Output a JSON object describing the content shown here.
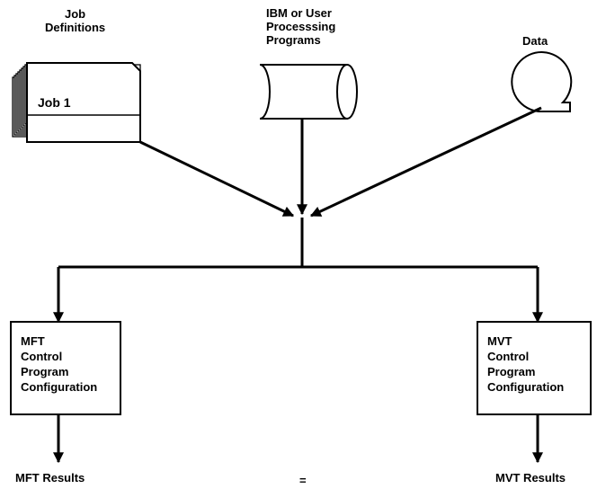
{
  "inputs": {
    "job_definitions": {
      "label": "Job\nDefinitions",
      "card_text": "Job 1"
    },
    "programs": {
      "label": "IBM or User\nProcesssing\nPrograms"
    },
    "data": {
      "label": "Data"
    }
  },
  "configs": {
    "mft": {
      "label": "MFT\nControl\nProgram\nConfiguration",
      "result": "MFT Results"
    },
    "mvt": {
      "label": "MVT\nControl\nProgram\nConfiguration",
      "result": "MVT Results"
    }
  },
  "equals_sign": "="
}
